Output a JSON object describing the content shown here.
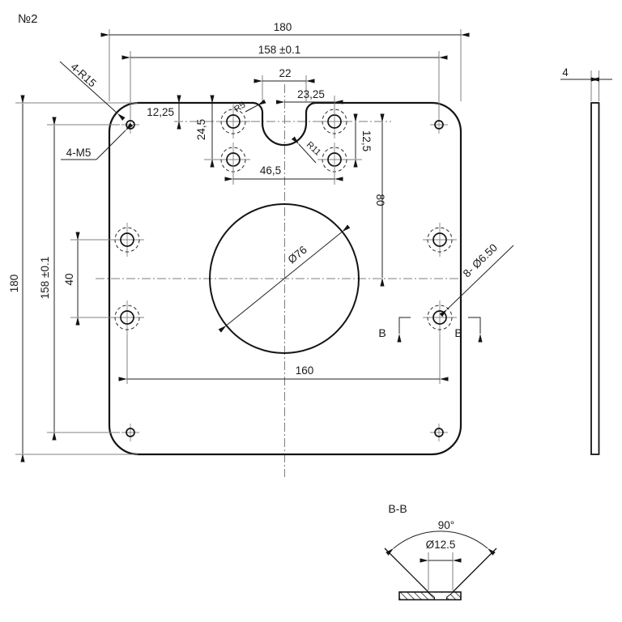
{
  "drawing": {
    "part_label": "№2",
    "front_view": {
      "dim_width_total": "180",
      "dim_width_corner_holes": "158 ±0.1",
      "dim_notch_width": "22",
      "dim_notch_to_hole": "23,25",
      "dim_row1_from_top": "12,25",
      "dim_row2_from_top": "24,5",
      "dim_row_spacing": "12,5",
      "dim_hole_group_width": "46,5",
      "dim_row_to_center": "80",
      "dim_height_total": "180",
      "dim_height_corner_holes": "158 ±0.1",
      "dim_side_hole_spacing": "40",
      "dim_side_hole_span": "160",
      "dim_center_bore": "Ø76",
      "label_corner_radius": "4-R15",
      "label_corner_thread": "4-M5",
      "label_notch_radius_small": "R5",
      "label_notch_radius_large": "R11",
      "label_countersunk_holes": "8- Ø6.50",
      "section_mark_left": "B",
      "section_mark_right": "B"
    },
    "side_view": {
      "dim_thickness": "4"
    },
    "section_view": {
      "title": "B-B",
      "dim_countersink_angle": "90°",
      "dim_countersink_dia": "Ø12.5"
    },
    "colors": {
      "line": "#141414",
      "background": "#ffffff",
      "thin": "#808080"
    }
  }
}
